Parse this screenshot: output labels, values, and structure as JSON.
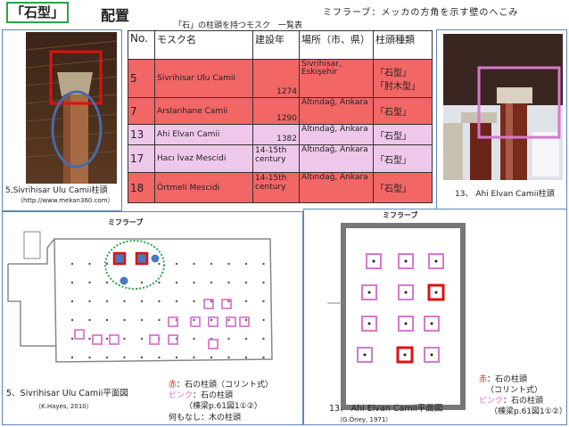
{
  "header": {
    "title": "「石型」",
    "subtitle": "配置",
    "mihrab_definition": "ミフラーブ：メッカの方角を示す壁のへこみ"
  },
  "table": {
    "caption": "「石」の柱頭を持つモスク　一覧表",
    "columns": [
      "No.",
      "モスク名",
      "建設年",
      "場所（市、県）",
      "柱頭種類"
    ],
    "rows": [
      {
        "no": "5",
        "name": "Sivrihisar Ulu Camii",
        "year": "1274",
        "place": "Sivrihisar, Eskişehir",
        "type": [
          "「石型」",
          "「肘木型」"
        ],
        "color": "red"
      },
      {
        "no": "7",
        "name": "Arslanhane Camii",
        "year": "1290",
        "place": "Altındağ, Ankara",
        "type": [
          "「石型」"
        ],
        "color": "red"
      },
      {
        "no": "13",
        "name": "Ahi Elvan Camii",
        "year": "1382",
        "place": "Altındağ, Ankara",
        "type": [
          "「石型」"
        ],
        "color": "pink"
      },
      {
        "no": "17",
        "name": "Hacı İvaz Mescidi",
        "year": "14-15th century",
        "place": "Altındağ, Ankara",
        "type": [
          "「石型」"
        ],
        "color": "pink"
      },
      {
        "no": "18",
        "name": "Örtmeli Mescidi",
        "year": "14-15th century",
        "place": "Altındağ, Ankara",
        "type": [
          "「石型」"
        ],
        "color": "red"
      }
    ]
  },
  "photo_left": {
    "caption": "5,Sivrihisar Ulu Camii柱頭",
    "source": "（http://www.mekan360.com）"
  },
  "photo_right": {
    "caption": "13、 Ahi Elvan Camii柱頭"
  },
  "plan_left": {
    "mihrab_label": "ミフラーブ",
    "caption": "5、Sivrihisar Ulu Camii平面図",
    "source": "（K.Hayes, 2010）",
    "legend": {
      "red": "赤",
      "red_text": "：石の柱頭（コリント式）",
      "pink": "ピンク",
      "pink_text": "：石の柱頭",
      "pink_ref": "（棟梁p.61図1①②）",
      "none_text": "何もなし：木の柱頭"
    }
  },
  "plan_right": {
    "mihrab_label": "ミフラーブ",
    "caption": "13、 Ahi Elvan Camii平面図",
    "source": "（G.Öney, 1971）",
    "legend": {
      "red": "赤",
      "red_text": "：石の柱頭",
      "red_text2": "（コリント式）",
      "pink": "ピンク",
      "pink_text": "：石の柱頭",
      "pink_ref": "（棟梁p.61図1①②）"
    }
  },
  "colors": {
    "red": "#e01010",
    "pink": "#d878d0",
    "blue": "#4a78c0",
    "green": "#2ca24a",
    "row_red": "#f26666",
    "row_pink": "#eec8ea"
  }
}
